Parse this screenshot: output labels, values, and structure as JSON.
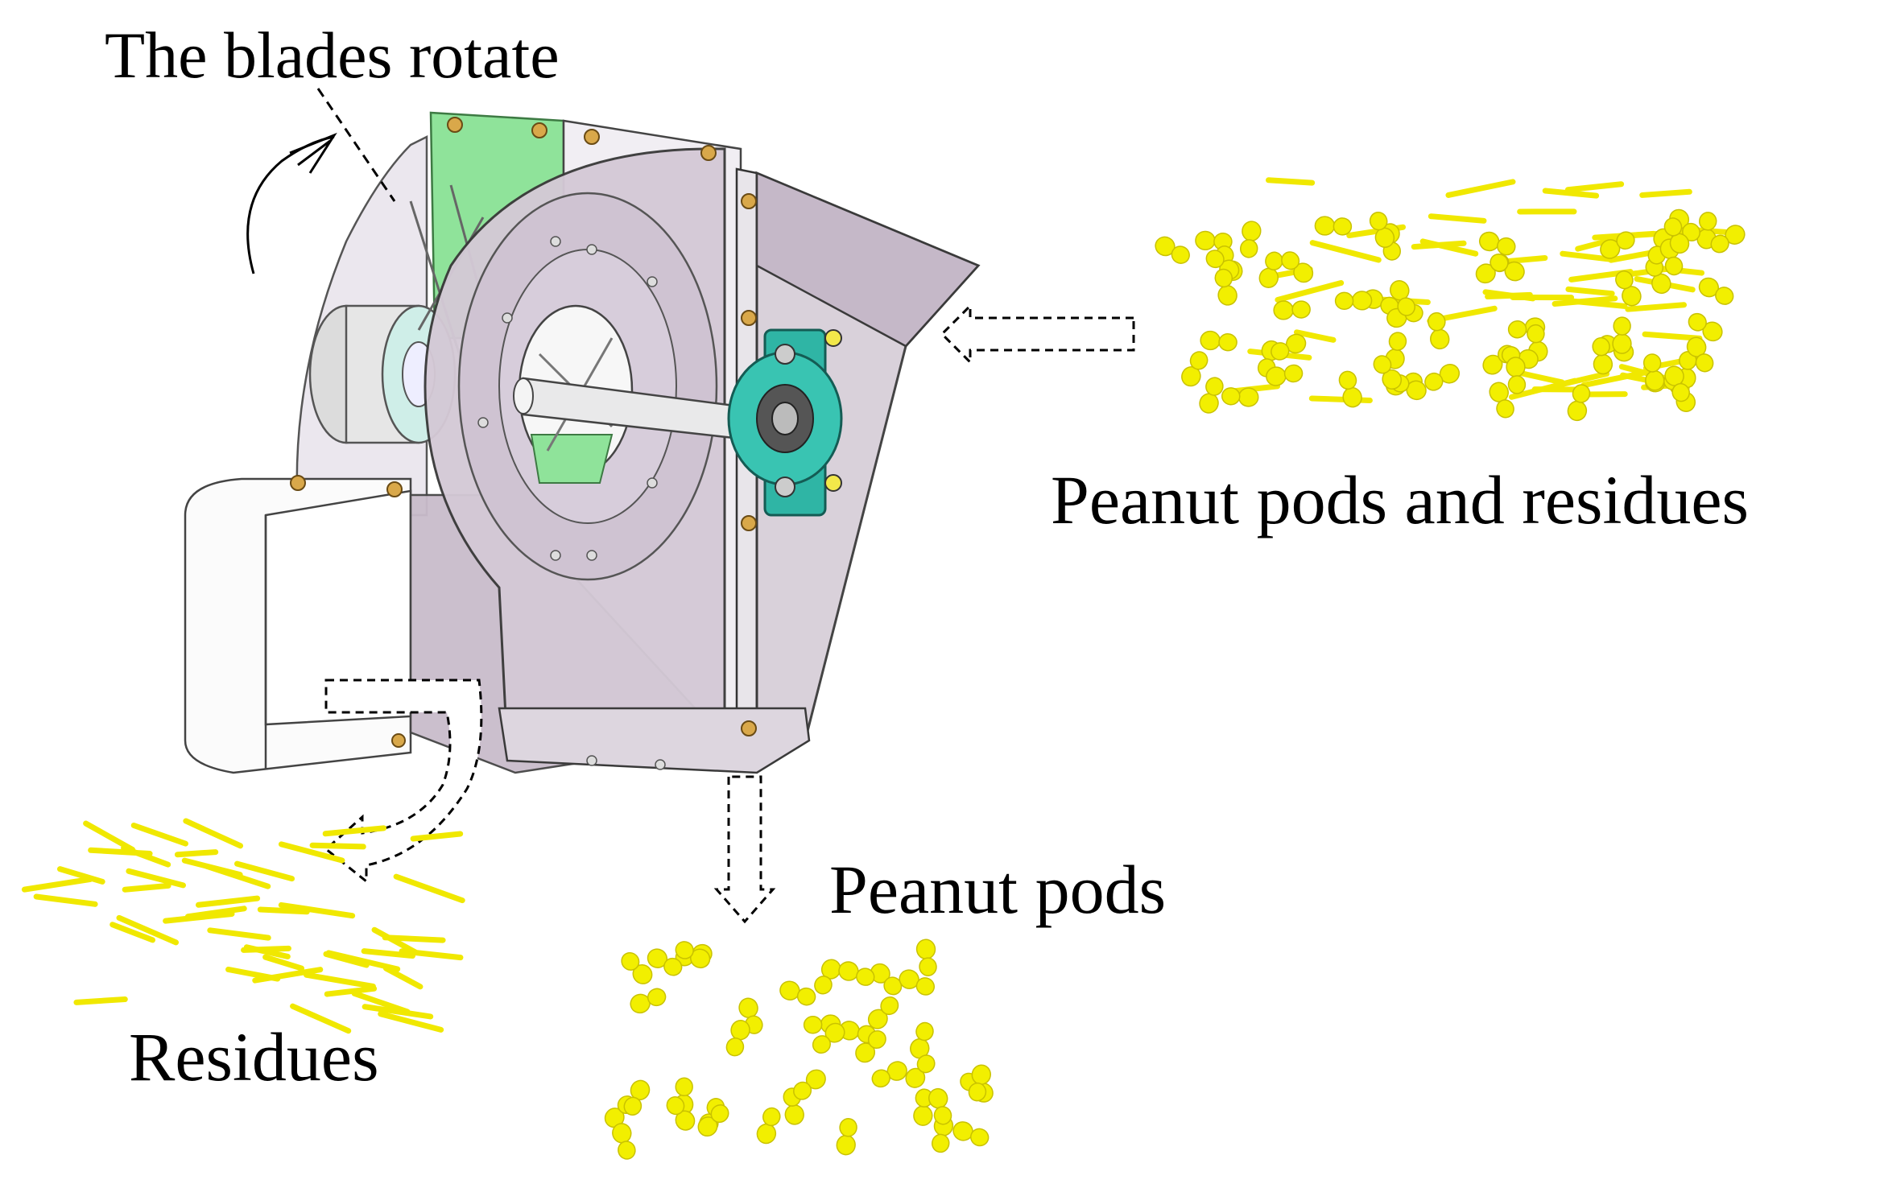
{
  "labels": {
    "blades_rotate": "The blades rotate",
    "mixed_input": "Peanut pods and residues",
    "pods_output": "Peanut pods",
    "residues_output": "Residues"
  },
  "colors": {
    "pod": "#f2ef00",
    "pod_stroke": "#c9c200",
    "residue": "#f0e800",
    "housing_fill": "#d9cfdc",
    "housing_stroke": "#4a4a4a",
    "panel_green": "#7fe08a",
    "bearing_teal": "#2fb5a5",
    "arrow": "#000000"
  }
}
